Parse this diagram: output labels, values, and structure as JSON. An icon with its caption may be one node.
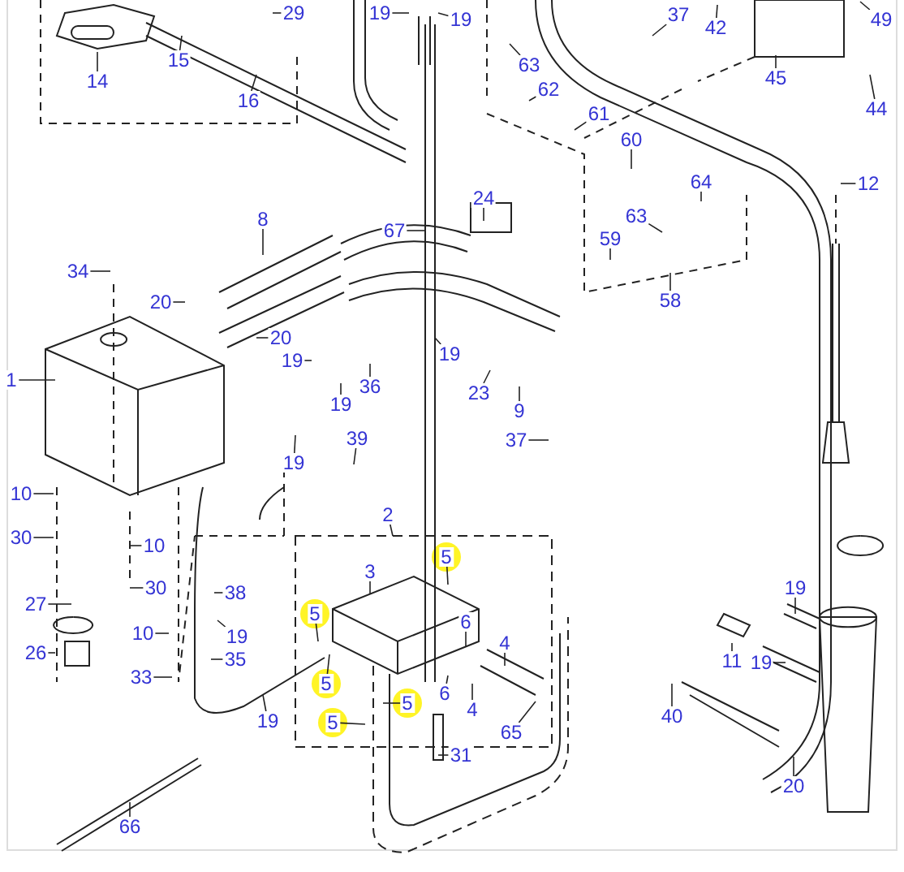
{
  "diagram": {
    "nodes": [
      {
        "text": [
          "29"
        ]
      },
      {
        "text": [
          "14"
        ]
      },
      {
        "text": [
          "15"
        ]
      },
      {
        "text": [
          "16"
        ]
      },
      {
        "text": [
          "19"
        ]
      },
      {
        "text": [
          "19"
        ]
      },
      {
        "text": [
          "37"
        ]
      },
      {
        "text": [
          "42"
        ]
      },
      {
        "text": [
          "49"
        ]
      },
      {
        "text": [
          "45"
        ]
      },
      {
        "text": [
          "44"
        ]
      },
      {
        "text": [
          "63"
        ]
      },
      {
        "text": [
          "62"
        ]
      },
      {
        "text": [
          "61"
        ]
      },
      {
        "text": [
          "60"
        ]
      },
      {
        "text": [
          "64"
        ]
      },
      {
        "text": [
          "63"
        ]
      },
      {
        "text": [
          "59"
        ]
      },
      {
        "text": [
          "58"
        ]
      },
      {
        "text": [
          "12"
        ]
      },
      {
        "text": [
          "8"
        ]
      },
      {
        "text": [
          "24"
        ]
      },
      {
        "text": [
          "67"
        ]
      },
      {
        "text": [
          "34"
        ]
      },
      {
        "text": [
          "20"
        ]
      },
      {
        "text": [
          "20"
        ]
      },
      {
        "text": [
          "19"
        ]
      },
      {
        "text": [
          "19"
        ]
      },
      {
        "text": [
          "36"
        ]
      },
      {
        "text": [
          "19"
        ]
      },
      {
        "text": [
          "23"
        ]
      },
      {
        "text": [
          "9"
        ]
      },
      {
        "text": [
          "1"
        ]
      },
      {
        "text": [
          "37"
        ]
      },
      {
        "text": [
          "39"
        ]
      },
      {
        "text": [
          "19"
        ]
      },
      {
        "text": [
          "10"
        ]
      },
      {
        "text": [
          "30"
        ]
      },
      {
        "text": [
          "10"
        ]
      },
      {
        "text": [
          "30"
        ]
      },
      {
        "text": [
          "27"
        ]
      },
      {
        "text": [
          "26"
        ]
      },
      {
        "text": [
          "10"
        ]
      },
      {
        "text": [
          "33"
        ]
      },
      {
        "text": [
          "38"
        ]
      },
      {
        "text": [
          "19"
        ]
      },
      {
        "text": [
          "35"
        ]
      },
      {
        "text": [
          "19"
        ]
      },
      {
        "text": [
          "2"
        ]
      },
      {
        "text": [
          "3"
        ]
      },
      {
        "text": [
          "5"
        ]
      },
      {
        "text": [
          "5"
        ]
      },
      {
        "text": [
          "5"
        ]
      },
      {
        "text": [
          "5"
        ]
      },
      {
        "text": [
          "5"
        ]
      },
      {
        "text": [
          "6"
        ]
      },
      {
        "text": [
          "6"
        ]
      },
      {
        "text": [
          "4"
        ]
      },
      {
        "text": [
          "4"
        ]
      },
      {
        "text": [
          "65"
        ]
      },
      {
        "text": [
          "31"
        ]
      },
      {
        "text": [
          "40"
        ]
      },
      {
        "text": [
          "19"
        ]
      },
      {
        "text": [
          "11"
        ]
      },
      {
        "text": [
          "19"
        ]
      },
      {
        "text": [
          "20"
        ]
      },
      {
        "text": [
          "66"
        ]
      }
    ],
    "edges": [
      {
        "from": 0,
        "to": null,
        "arrow": "none"
      },
      {
        "from": 1,
        "to": null,
        "arrow": "none"
      },
      {
        "from": 2,
        "to": null,
        "arrow": "none"
      },
      {
        "from": 3,
        "to": null,
        "arrow": "none"
      },
      {
        "from": 4,
        "to": null,
        "arrow": "none"
      },
      {
        "from": 5,
        "to": null,
        "arrow": "none"
      },
      {
        "from": 6,
        "to": null,
        "arrow": "none"
      },
      {
        "from": 7,
        "to": null,
        "arrow": "none"
      },
      {
        "from": 8,
        "to": null,
        "arrow": "none"
      },
      {
        "from": 9,
        "to": null,
        "arrow": "none"
      },
      {
        "from": 10,
        "to": null,
        "arrow": "none"
      },
      {
        "from": 11,
        "to": null,
        "arrow": "none"
      },
      {
        "from": 12,
        "to": null,
        "arrow": "none"
      },
      {
        "from": 13,
        "to": null,
        "arrow": "none"
      },
      {
        "from": 14,
        "to": null,
        "arrow": "none"
      },
      {
        "from": 15,
        "to": null,
        "arrow": "none"
      },
      {
        "from": 16,
        "to": null,
        "arrow": "none"
      },
      {
        "from": 17,
        "to": null,
        "arrow": "none"
      },
      {
        "from": 18,
        "to": null,
        "arrow": "none"
      },
      {
        "from": 19,
        "to": null,
        "arrow": "none"
      },
      {
        "from": 20,
        "to": null,
        "arrow": "none"
      },
      {
        "from": 21,
        "to": null,
        "arrow": "none"
      },
      {
        "from": 22,
        "to": null,
        "arrow": "none"
      },
      {
        "from": 23,
        "to": null,
        "arrow": "none"
      },
      {
        "from": 24,
        "to": null,
        "arrow": "none"
      },
      {
        "from": 25,
        "to": null,
        "arrow": "none"
      },
      {
        "from": 26,
        "to": null,
        "arrow": "none"
      },
      {
        "from": 27,
        "to": null,
        "arrow": "none"
      },
      {
        "from": 28,
        "to": null,
        "arrow": "none"
      },
      {
        "from": 29,
        "to": null,
        "arrow": "none"
      },
      {
        "from": 30,
        "to": null,
        "arrow": "none"
      },
      {
        "from": 31,
        "to": null,
        "arrow": "none"
      },
      {
        "from": 32,
        "to": null,
        "arrow": "none"
      },
      {
        "from": 33,
        "to": null,
        "arrow": "none"
      },
      {
        "from": 34,
        "to": null,
        "arrow": "none"
      },
      {
        "from": 35,
        "to": null,
        "arrow": "none"
      },
      {
        "from": 36,
        "to": null,
        "arrow": "none"
      },
      {
        "from": 37,
        "to": null,
        "arrow": "none"
      },
      {
        "from": 38,
        "to": null,
        "arrow": "none"
      },
      {
        "from": 39,
        "to": null,
        "arrow": "none"
      },
      {
        "from": 40,
        "to": null,
        "arrow": "none"
      },
      {
        "from": 41,
        "to": null,
        "arrow": "none"
      },
      {
        "from": 42,
        "to": null,
        "arrow": "none"
      },
      {
        "from": 43,
        "to": null,
        "arrow": "none"
      },
      {
        "from": 44,
        "to": null,
        "arrow": "none"
      },
      {
        "from": 45,
        "to": null,
        "arrow": "none"
      },
      {
        "from": 46,
        "to": null,
        "arrow": "none"
      },
      {
        "from": 47,
        "to": null,
        "arrow": "none"
      },
      {
        "from": 48,
        "to": null,
        "arrow": "none"
      },
      {
        "from": 49,
        "to": null,
        "arrow": "none"
      },
      {
        "from": 50,
        "to": null,
        "arrow": "none"
      },
      {
        "from": 51,
        "to": null,
        "arrow": "none"
      },
      {
        "from": 52,
        "to": null,
        "arrow": "none"
      },
      {
        "from": 53,
        "to": null,
        "arrow": "none"
      },
      {
        "from": 54,
        "to": null,
        "arrow": "none"
      },
      {
        "from": 55,
        "to": null,
        "arrow": "none"
      },
      {
        "from": 56,
        "to": null,
        "arrow": "none"
      },
      {
        "from": 57,
        "to": null,
        "arrow": "none"
      },
      {
        "from": 58,
        "to": null,
        "arrow": "none"
      },
      {
        "from": 59,
        "to": null,
        "arrow": "none"
      },
      {
        "from": 60,
        "to": null,
        "arrow": "none"
      },
      {
        "from": 61,
        "to": null,
        "arrow": "none"
      },
      {
        "from": 62,
        "to": null,
        "arrow": "none"
      },
      {
        "from": 63,
        "to": null,
        "arrow": "none"
      },
      {
        "from": 64,
        "to": null,
        "arrow": "none"
      },
      {
        "from": 65,
        "to": null,
        "arrow": "none"
      },
      {
        "from": 66,
        "to": null,
        "arrow": "none"
      }
    ]
  }
}
